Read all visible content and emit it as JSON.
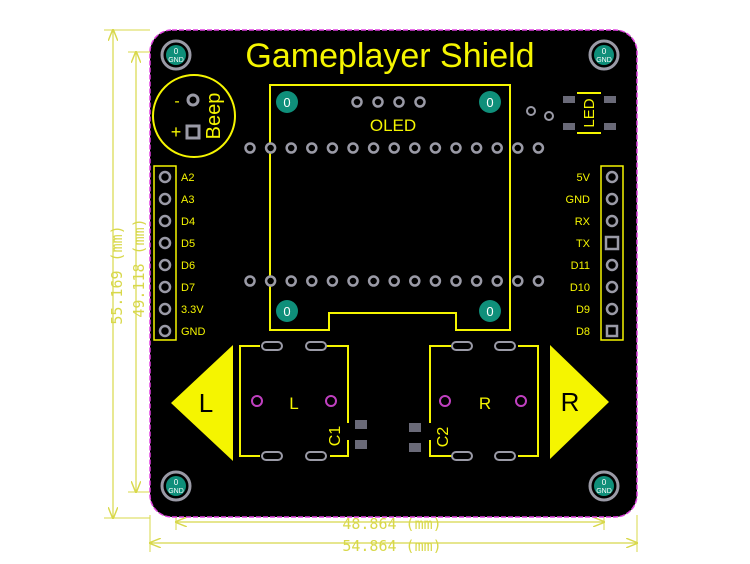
{
  "board": {
    "title": "Gameplayer Shield",
    "oled_label": "OLED",
    "beep_label": "Beep",
    "beep_minus": "-",
    "beep_plus": "+",
    "led_label": "LED",
    "left_pins": [
      "A2",
      "A3",
      "D4",
      "D5",
      "D6",
      "D7",
      "3.3V",
      "GND"
    ],
    "right_pins": [
      "5V",
      "GND",
      "RX",
      "TX",
      "D11",
      "D10",
      "D9",
      "D8"
    ],
    "left_arrow_label": "L",
    "right_arrow_label": "R",
    "left_button_label": "L",
    "right_button_label": "R",
    "cap1_label": "C1",
    "cap2_label": "C2",
    "mount_hole_label": "0",
    "mount_hole_sublabel": "GND",
    "oled_hole_label": "0"
  },
  "dimensions": {
    "outer_width": "54.864 (mm)",
    "inner_width": "48.864 (mm)",
    "outer_height": "55.169 (mm)",
    "inner_height": "49.118 (mm)"
  },
  "colors": {
    "board": "#000000",
    "board_edge": "#e040e0",
    "silkscreen": "#f5f500",
    "pad": "#9a9aa6",
    "pad_dark": "#6a6a78",
    "hole": "#0f8f7a",
    "via": "#c040c0",
    "dimension": "#d8d84a"
  }
}
